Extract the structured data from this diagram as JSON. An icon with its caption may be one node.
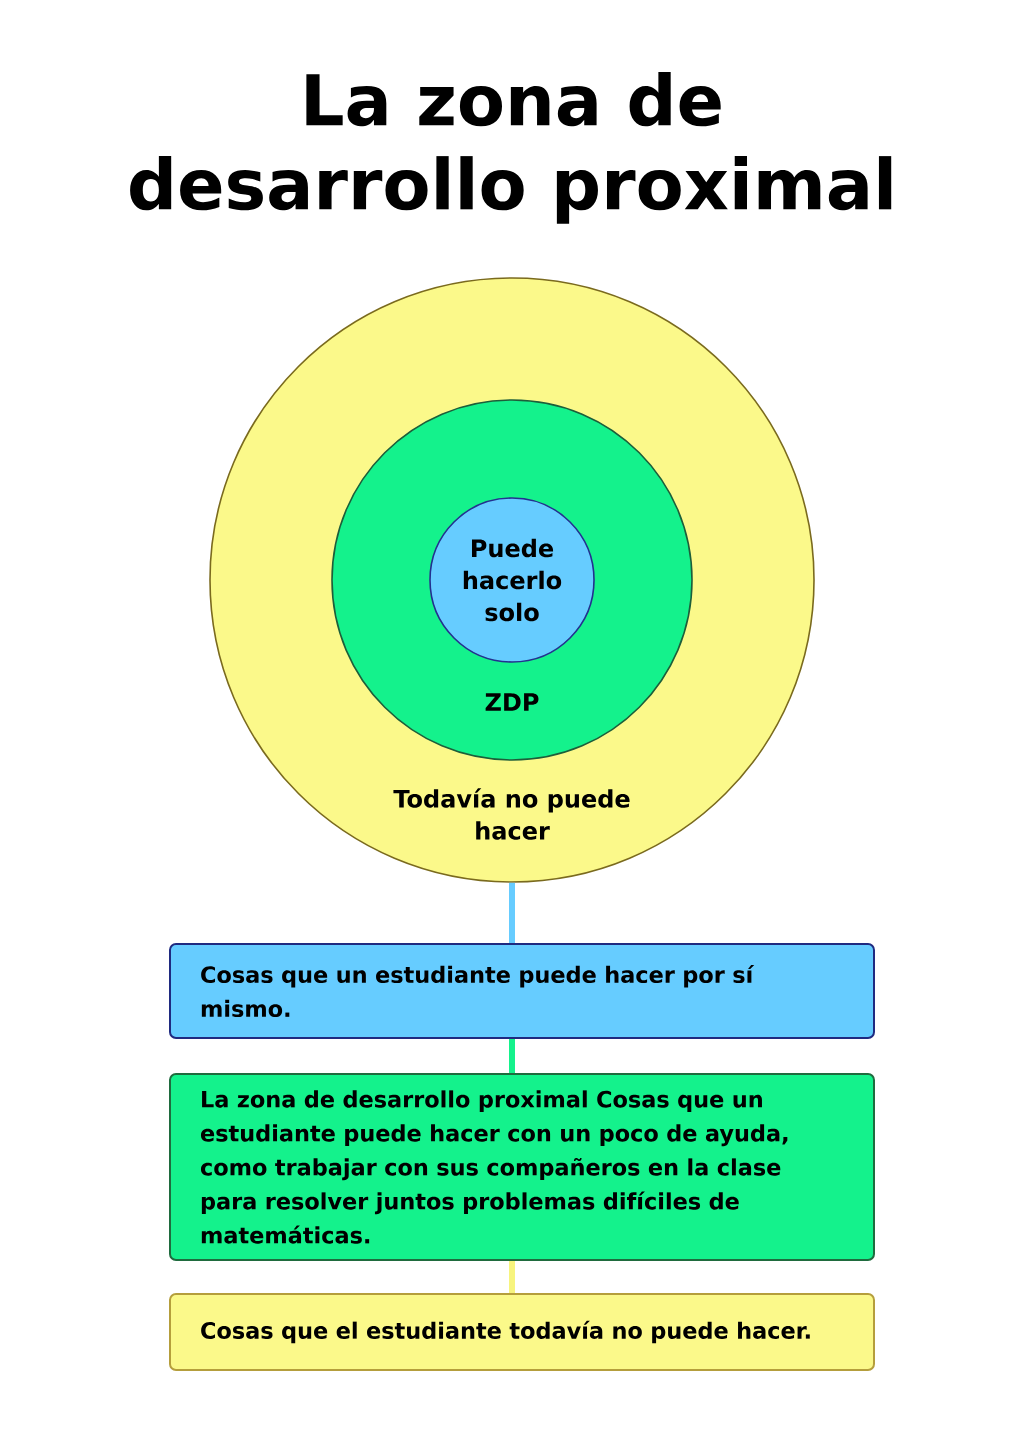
{
  "diagram": {
    "title": "La zona de desarrollo proximal",
    "nodes": [
      {
        "text": [
          "Todavía no puede hacer"
        ]
      },
      {
        "text": [
          "ZDP"
        ],
        "in": 0
      },
      {
        "text": [
          "Puede hacerlo solo"
        ],
        "in": 1
      },
      {
        "text": [
          "Cosas que un estudiante puede hacer por sí mismo."
        ]
      },
      {
        "text": [
          "La zona de desarrollo proximal Cosas que un estudiante puede hacer con un poco de ayuda, como trabajar con sus compañeros en la clase para resolver juntos problemas difíciles de matemáticas."
        ]
      },
      {
        "text": [
          "Cosas que el estudiante todavía no puede hacer."
        ]
      }
    ],
    "edges": [
      {
        "from": 0,
        "to": 3,
        "arrow": "none",
        "color": "#66ccff"
      },
      {
        "from": 3,
        "to": 4,
        "arrow": "none",
        "color": "#14f28c"
      },
      {
        "from": 4,
        "to": 5,
        "arrow": "none",
        "color": "#f7f47e"
      }
    ]
  }
}
